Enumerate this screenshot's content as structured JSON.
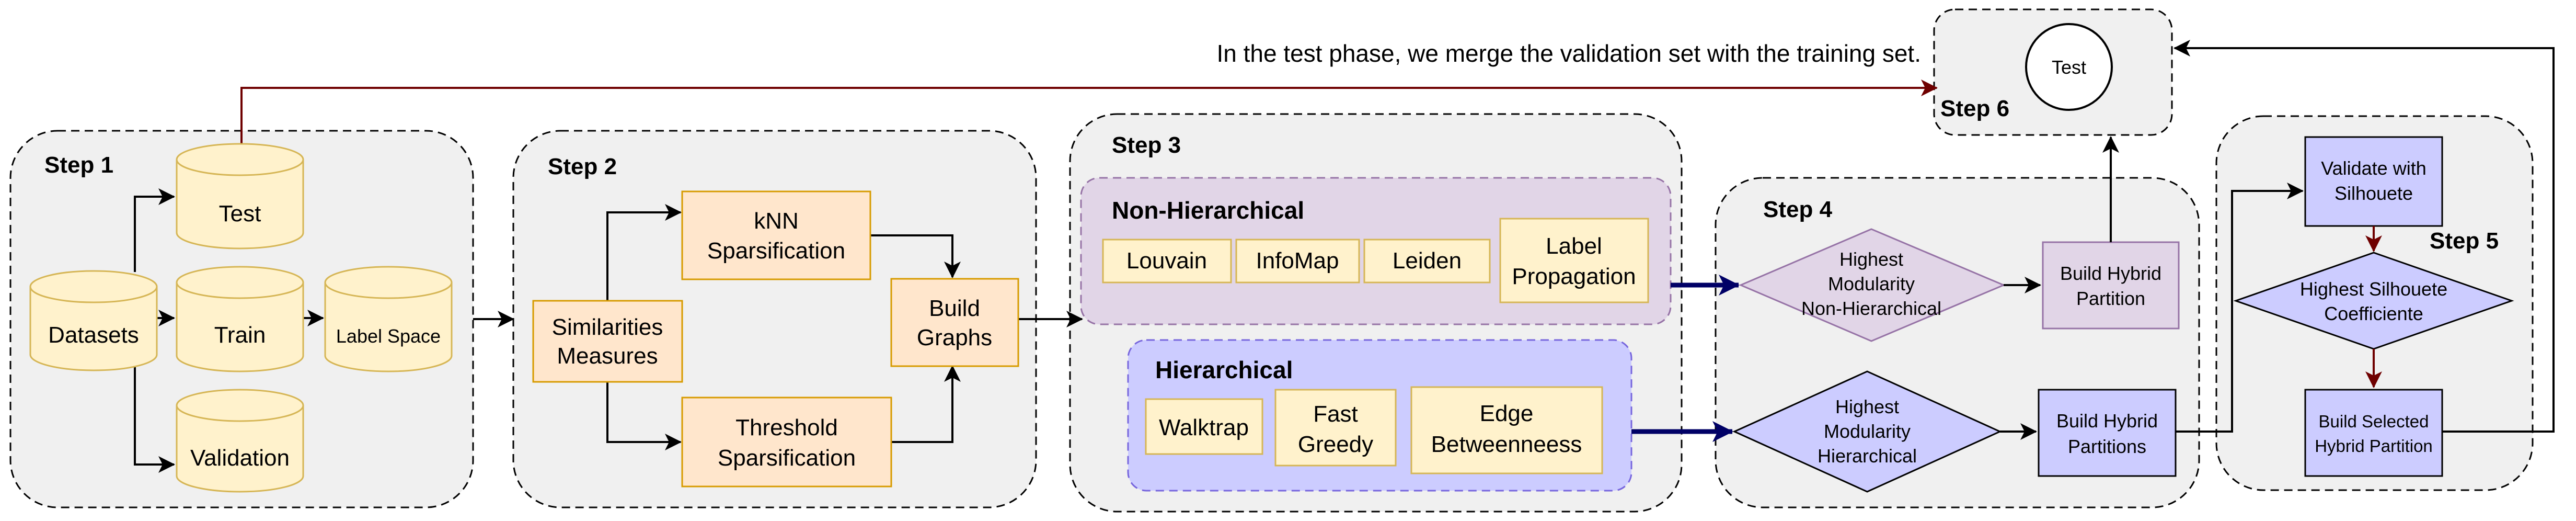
{
  "note": "In the test phase, we merge the validation set with the training set.",
  "steps": {
    "step1": "Step 1",
    "step2": "Step 2",
    "step3": "Step 3",
    "step4": "Step 4",
    "step5": "Step 5",
    "step6": "Step 6"
  },
  "step1": {
    "datasets": "Datasets",
    "test": "Test",
    "train": "Train",
    "validation": "Validation",
    "label_space": "Label Space"
  },
  "step2": {
    "similarities": [
      "Similarities",
      "Measures"
    ],
    "knn": [
      "kNN",
      "Sparsification"
    ],
    "threshold": [
      "Threshold",
      "Sparsification"
    ],
    "build_graphs": [
      "Build",
      "Graphs"
    ]
  },
  "step3": {
    "non_hierarchical_title": "Non-Hierarchical",
    "louvain": "Louvain",
    "infomap": "InfoMap",
    "leiden": "Leiden",
    "label_propagation": [
      "Label",
      "Propagation"
    ],
    "hierarchical_title": "Hierarchical",
    "walktrap": "Walktrap",
    "fast_greedy": [
      "Fast",
      "Greedy"
    ],
    "edge_betweenness": [
      "Edge",
      "Betweenneess"
    ]
  },
  "step4": {
    "highest_non_hier": [
      "Highest",
      "Modularity",
      "Non-Hierarchical"
    ],
    "build_hybrid_partition": [
      "Build Hybrid",
      "Partition"
    ],
    "highest_hier": [
      "Highest",
      "Modularity",
      "Hierarchical"
    ],
    "build_hybrid_partitions": [
      "Build Hybrid",
      "Partitions"
    ]
  },
  "step5": {
    "validate": [
      "Validate with",
      "Silhouete"
    ],
    "highest_silhouete": [
      "Highest Silhouete",
      "Coefficiente"
    ],
    "build_selected": [
      "Build Selected",
      "Hybrid Partition"
    ]
  },
  "step6": {
    "test": "Test"
  },
  "colors": {
    "cylinder_fill": "#fff2cc",
    "cylinder_stroke": "#d6b656",
    "orange_fill": "#ffe6cc",
    "orange_stroke": "#d79b00",
    "yellow_fill": "#fff2cc",
    "purple_fill": "#e1d5e7",
    "purple_stroke": "#9673a6",
    "blue_fill": "#ccccff",
    "blue_stroke": "#7766dd",
    "step_bg": "#f0f0f0",
    "red_arrow": "#6f0000",
    "navy_arrow": "#000066"
  }
}
